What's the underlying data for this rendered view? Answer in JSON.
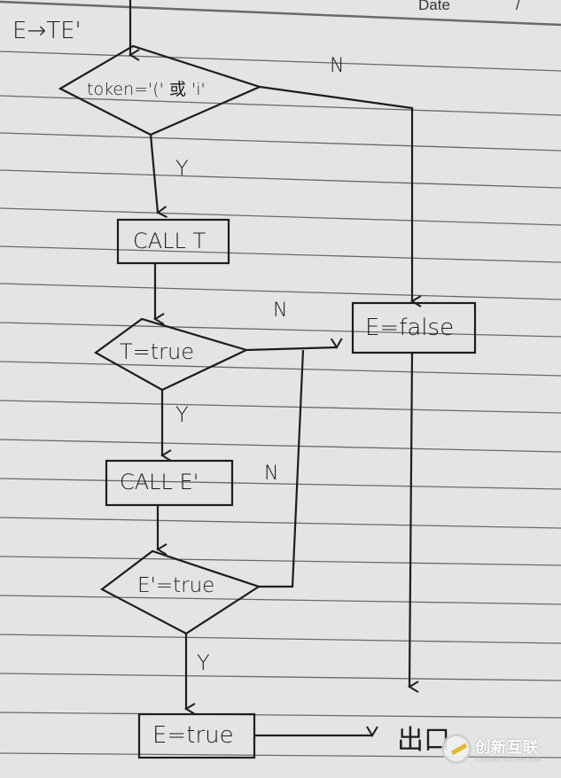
{
  "header": {
    "date_label": "Date",
    "date_separator": "/"
  },
  "production": "E→TE'",
  "nodes": {
    "decision1": "token='(' 或 'i'",
    "call_t": "CALL T",
    "decision2": "T=true",
    "call_e_prime": "CALL E'",
    "decision3": "E'=true",
    "e_false": "E=false",
    "e_true": "E=true",
    "exit": "出口"
  },
  "edge_labels": {
    "d1_yes": "Y",
    "d1_no": "N",
    "d2_yes": "Y",
    "d2_no": "N",
    "d3_yes": "Y",
    "d3_no": "N"
  },
  "watermark": {
    "name": "创新互联",
    "pinyin": "CHUANG XIN HU LIAN"
  },
  "colors": {
    "paper": "#e4e4e2",
    "ink": "#1d1d1d",
    "rule": "#5a5a5a"
  }
}
